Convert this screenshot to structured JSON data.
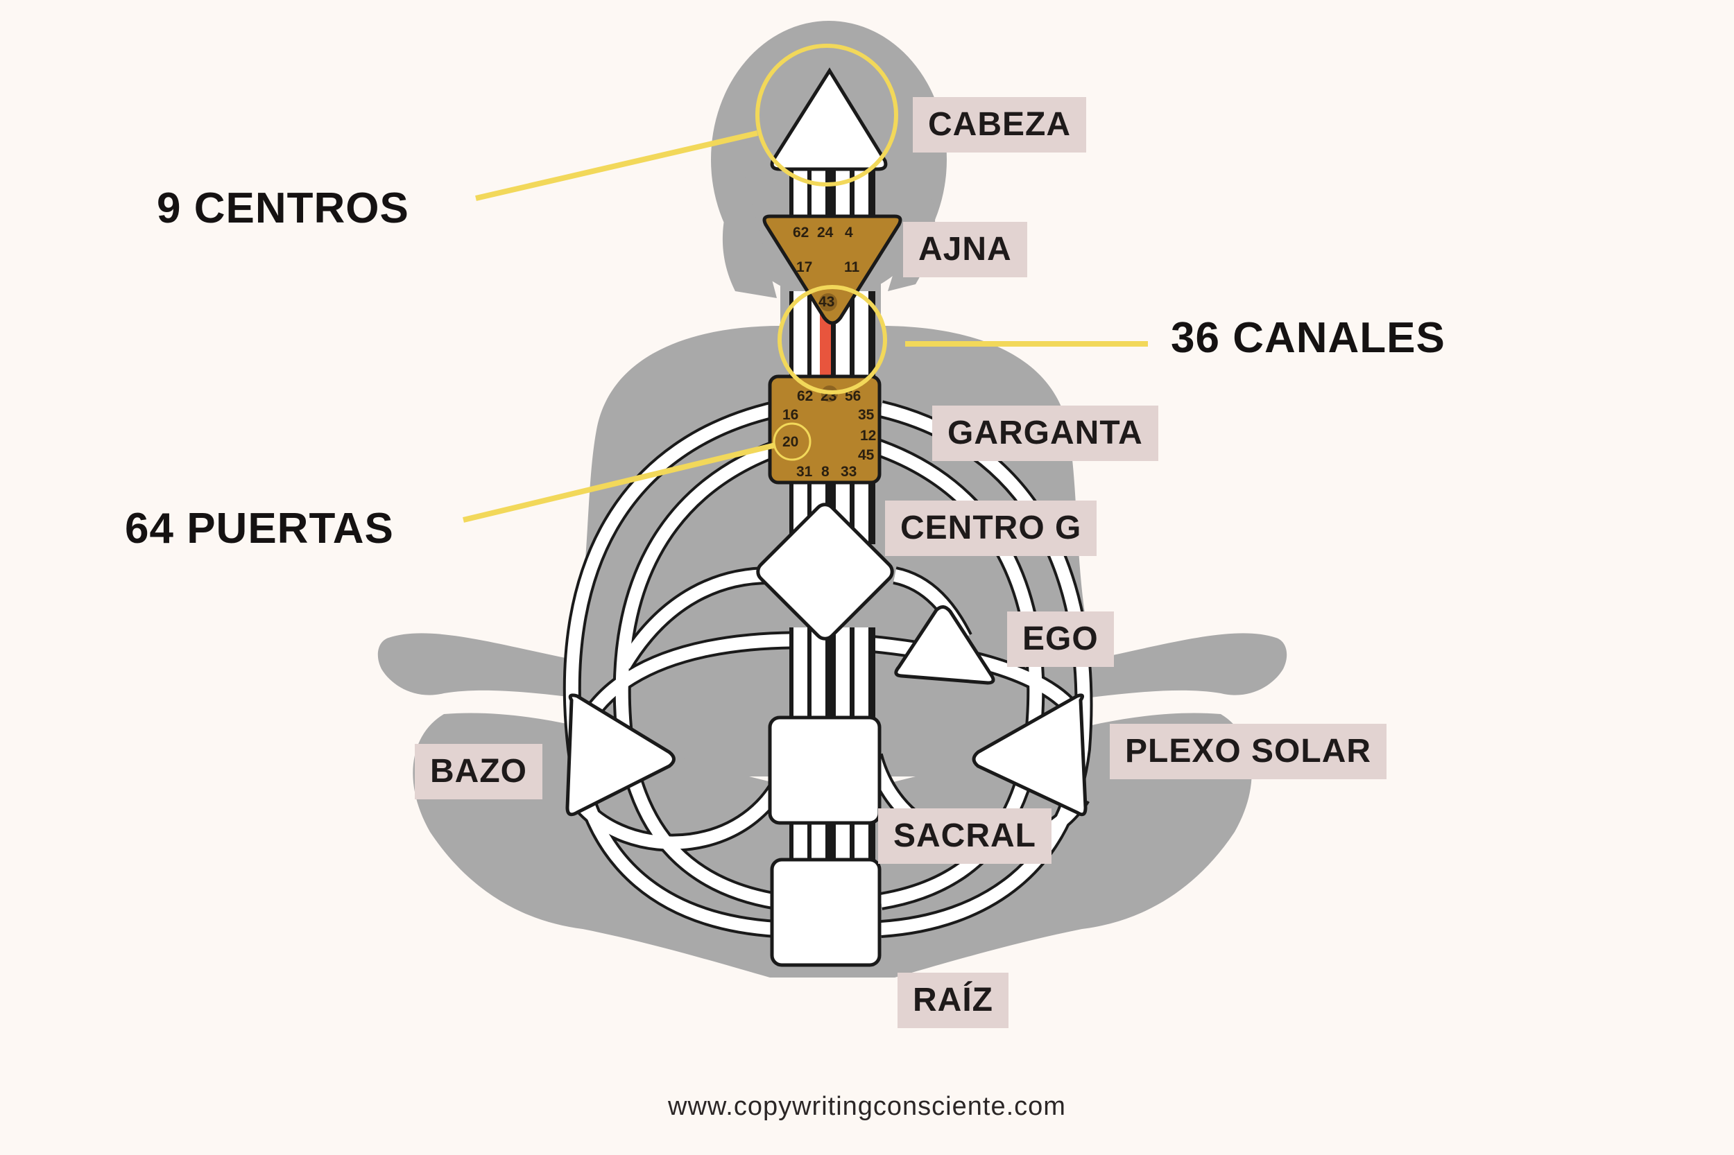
{
  "callouts": {
    "centros": "9 CENTROS",
    "canales": "36 CANALES",
    "puertas": "64 PUERTAS"
  },
  "centers": {
    "cabeza": "CABEZA",
    "ajna": "AJNA",
    "garganta": "GARGANTA",
    "centro_g": "CENTRO G",
    "ego": "EGO",
    "plexo_solar": "PLEXO SOLAR",
    "bazo": "BAZO",
    "sacral": "SACRAL",
    "raiz": "RAÍZ"
  },
  "ajna_gates": {
    "g62": "62",
    "g24": "24",
    "g4": "4",
    "g17": "17",
    "g11": "11",
    "g43": "43"
  },
  "throat_gates": {
    "g62": "62",
    "g23": "23",
    "g56": "56",
    "g16": "16",
    "g35": "35",
    "g12": "12",
    "g20": "20",
    "g45": "45",
    "g31": "31",
    "g8": "8",
    "g33": "33"
  },
  "footer": {
    "url": "www.copywritingconsciente.com"
  },
  "colors": {
    "background": "#fdf8f4",
    "silhouette": "#a9a9a9",
    "defined_center": "#b5832b",
    "highlight_ring": "#f2d85a",
    "active_channel": "#e8553d",
    "label_bg": "#e2d3d1"
  }
}
